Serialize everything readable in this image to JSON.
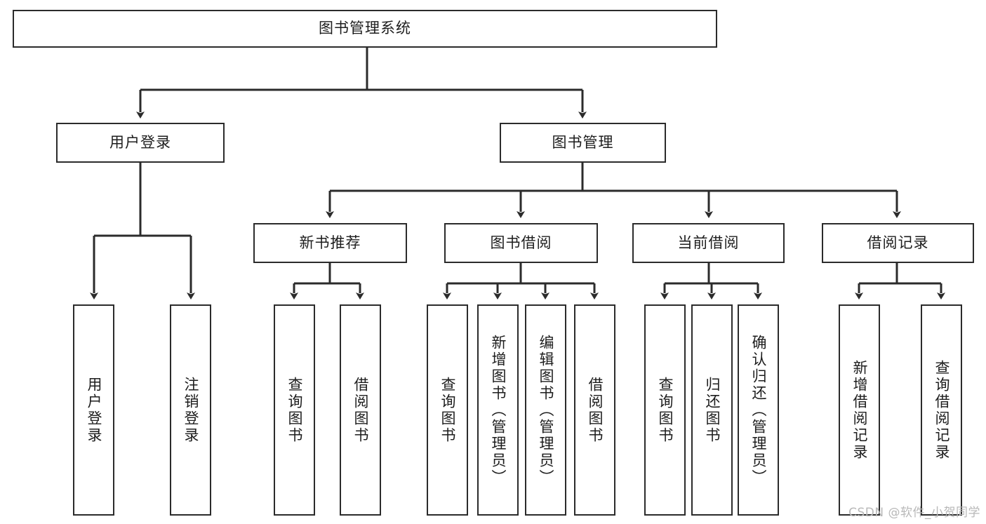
{
  "diagram": {
    "title": "图书管理系统",
    "type": "tree-hierarchy",
    "colors": {
      "box_border": "#2b2b2b",
      "box_fill": "#ffffff",
      "edge": "#2b2b2b",
      "text": "#1d1d1d",
      "watermark": "#b8b8b8"
    },
    "root": {
      "label": "图书管理系统"
    },
    "level2": [
      {
        "label": "用户登录"
      },
      {
        "label": "图书管理"
      }
    ],
    "level3": [
      {
        "label": "新书推荐"
      },
      {
        "label": "图书借阅"
      },
      {
        "label": "当前借阅"
      },
      {
        "label": "借阅记录"
      }
    ],
    "leaves": {
      "user_login": [
        {
          "label": "用户登录"
        },
        {
          "label": "注销登录"
        }
      ],
      "new_book_recommend": [
        {
          "label": "查询图书"
        },
        {
          "label": "借阅图书"
        }
      ],
      "book_borrow": [
        {
          "label": "查询图书"
        },
        {
          "label": "新增图书（管理员）"
        },
        {
          "label": "编辑图书（管理员）"
        },
        {
          "label": "借阅图书"
        }
      ],
      "current_borrow": [
        {
          "label": "查询图书"
        },
        {
          "label": "归还图书"
        },
        {
          "label": "确认归还（管理员）"
        }
      ],
      "borrow_record": [
        {
          "label": "新增借阅记录"
        },
        {
          "label": "查询借阅记录"
        }
      ]
    }
  },
  "watermark": {
    "text": "CSDN @软件_小贺同学"
  }
}
